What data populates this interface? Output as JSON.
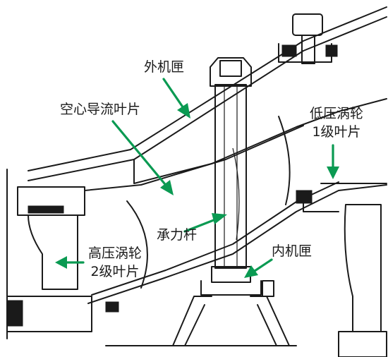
{
  "labels": {
    "outer_casing": "外机匣",
    "hollow_guide_vane": "空心导流叶片",
    "lp_turbine_line1": "低压涡轮",
    "lp_turbine_line2": "1级叶片",
    "strut": "承力杆",
    "hp_turbine_line1": "高压涡轮",
    "hp_turbine_line2": "2级叶片",
    "inner_casing": "内机匣"
  },
  "colors": {
    "arrow": "#0a9a52",
    "line": "#1a1a1a"
  }
}
